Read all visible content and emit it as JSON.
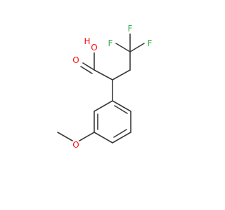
{
  "colors": {
    "bond": "#3a3a3a",
    "oxygen": "#ff0d0d",
    "fluorine": "#38b24a",
    "hydrogen": "#3a3a3a"
  },
  "atoms": {
    "f_top": "F",
    "f_left": "F",
    "f_right": "F",
    "o_hydroxyl": "O",
    "h_hydroxyl": "H",
    "o_carbonyl": "O",
    "o_methoxy": "O"
  }
}
